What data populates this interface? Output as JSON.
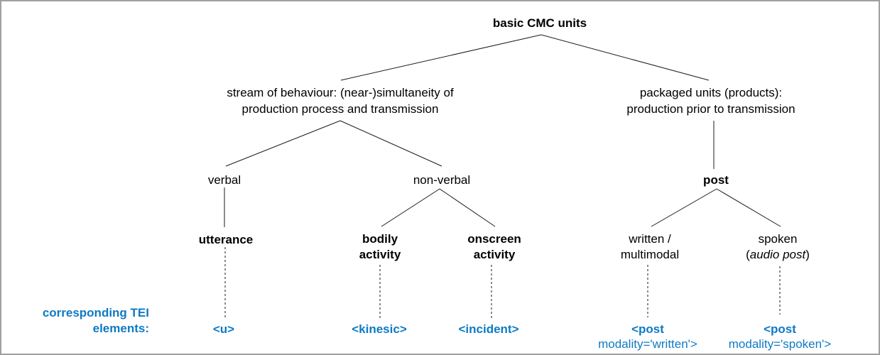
{
  "colors": {
    "background": "#ffffff",
    "border": "#a0a0a0",
    "text": "#000000",
    "line": "#1a1a1a",
    "tei_blue": "#0e7ac4"
  },
  "nodes": {
    "root": {
      "label": "basic CMC units"
    },
    "stream": {
      "line1": "stream of behaviour: (near-)simultaneity of",
      "line2": "production process and transmission"
    },
    "packaged": {
      "line1": "packaged units (products):",
      "line2": "production prior to transmission"
    },
    "verbal": {
      "label": "verbal"
    },
    "nonverbal": {
      "label": "non-verbal"
    },
    "post": {
      "label": "post"
    },
    "utterance": {
      "label": "utterance"
    },
    "bodily": {
      "line1": "bodily",
      "line2": "activity"
    },
    "onscreen": {
      "line1": "onscreen",
      "line2": "activity"
    },
    "written": {
      "line1": "written /",
      "line2": "multimodal"
    },
    "spoken": {
      "line1": "spoken",
      "paren_open": "(",
      "line2_italic": "audio post",
      "paren_close": ")"
    }
  },
  "tei": {
    "caption_line1": "corresponding TEI",
    "caption_line2": "elements:",
    "u": "<u>",
    "kinesic": "<kinesic>",
    "incident": "<incident>",
    "post_written_line1": "<post",
    "post_written_line2": "modality='written'>",
    "post_spoken_line1": "<post",
    "post_spoken_line2": "modality='spoken'>"
  }
}
